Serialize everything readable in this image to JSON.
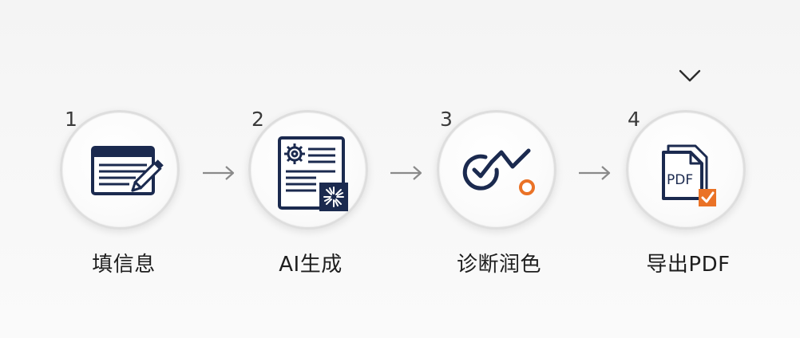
{
  "steps": [
    {
      "number": "1",
      "label": "填信息"
    },
    {
      "number": "2",
      "label": "AI生成"
    },
    {
      "number": "3",
      "label": "诊断润色"
    },
    {
      "number": "4",
      "label": "导出PDF"
    }
  ],
  "icons": {
    "step1": "form-edit-icon",
    "step2": "document-settings-icon",
    "step3": "check-trend-icon",
    "step4": "pdf-export-icon",
    "indicator": "chevron-down-icon",
    "connector": "arrow-right-icon"
  },
  "pdf_badge_text": "PDF",
  "colors": {
    "navy": "#1b2a4f",
    "orange": "#ea7226",
    "arrow": "#8a8a8a",
    "ring": "#dedede"
  }
}
